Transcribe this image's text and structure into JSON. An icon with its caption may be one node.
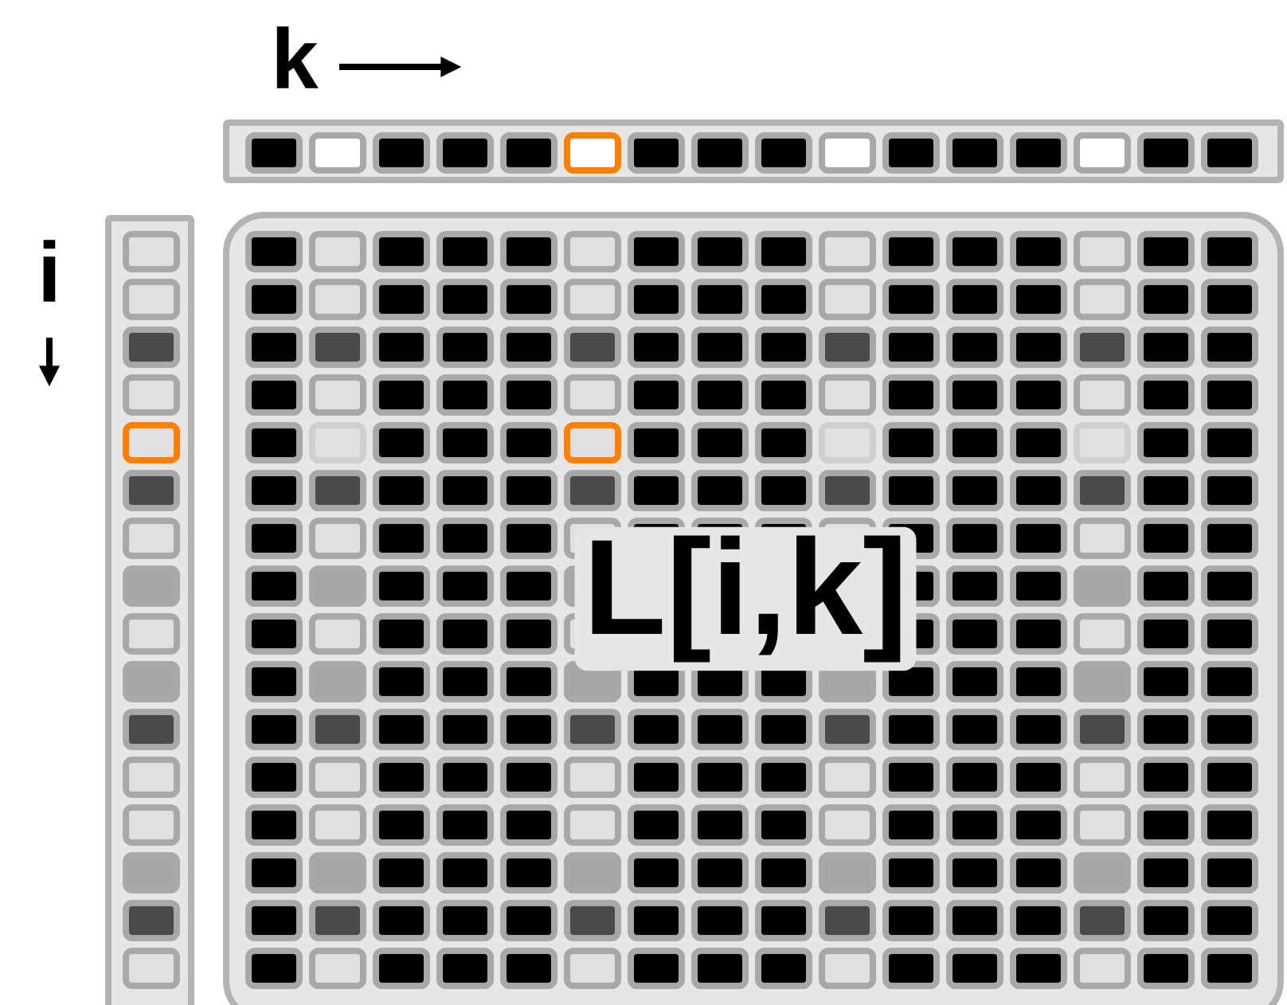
{
  "diagram": {
    "nodes": [
      {
        "text": [],
        "shape": "bar"
      },
      {
        "text": [],
        "shape": "bar"
      },
      {
        "text": [
          "L[i,k]"
        ]
      }
    ],
    "labels": [
      "k",
      "i"
    ]
  }
}
